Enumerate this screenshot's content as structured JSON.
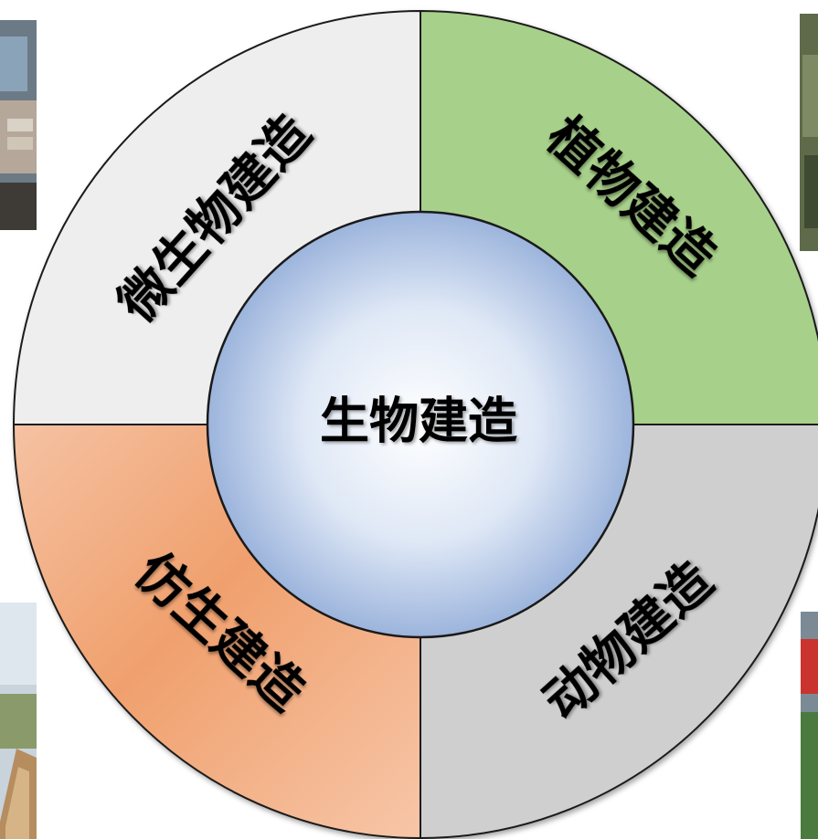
{
  "center": {
    "label": "生物建造"
  },
  "segments": [
    {
      "key": "microbial",
      "label": "微生物建造",
      "color": "#eeeeee"
    },
    {
      "key": "plant",
      "label": "植物建造",
      "color": "#a7d08a"
    },
    {
      "key": "animal",
      "label": "动物建造",
      "color": "#cfcfcf"
    },
    {
      "key": "biomimetic",
      "label": "仿生建造",
      "color": "#f0a26f"
    }
  ],
  "photos": [
    {
      "key": "top-left",
      "subject": "brick-stacking-photo"
    },
    {
      "key": "top-right",
      "subject": "plant-structure-photo"
    },
    {
      "key": "bottom-left",
      "subject": "pavilion-photo"
    },
    {
      "key": "bottom-right",
      "subject": "field-structure-photo"
    }
  ]
}
